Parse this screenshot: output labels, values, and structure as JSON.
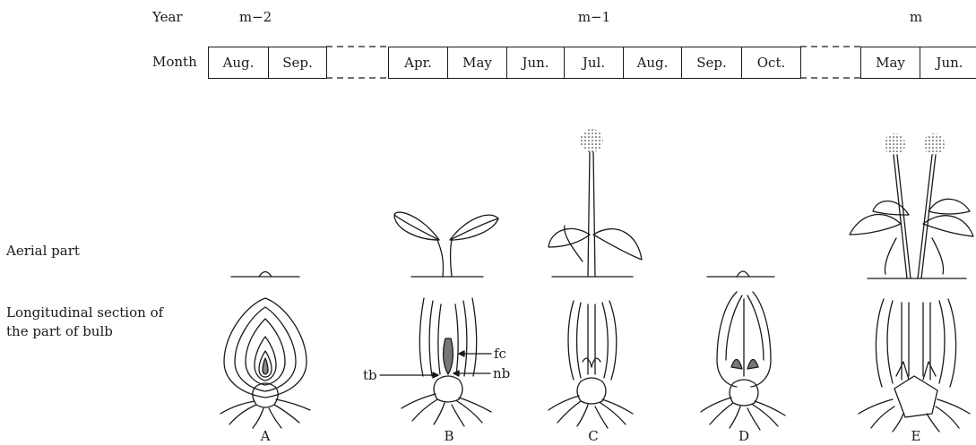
{
  "year_row": {
    "label": "Year",
    "values": [
      "m−2",
      "m−1",
      "m"
    ]
  },
  "month_row": {
    "label": "Month",
    "group1": [
      "Aug.",
      "Sep."
    ],
    "group2": [
      "Apr.",
      "May",
      "Jun.",
      "Jul.",
      "Aug.",
      "Sep.",
      "Oct."
    ],
    "group3": [
      "May",
      "Jun."
    ]
  },
  "row_labels": {
    "aerial": "Aerial part",
    "section_line1": "Longitudinal section of",
    "section_line2": "the part of bulb"
  },
  "stages": [
    "A",
    "B",
    "C",
    "D",
    "E"
  ],
  "annotations": {
    "fc": "fc",
    "tb": "tb",
    "nb": "nb"
  }
}
